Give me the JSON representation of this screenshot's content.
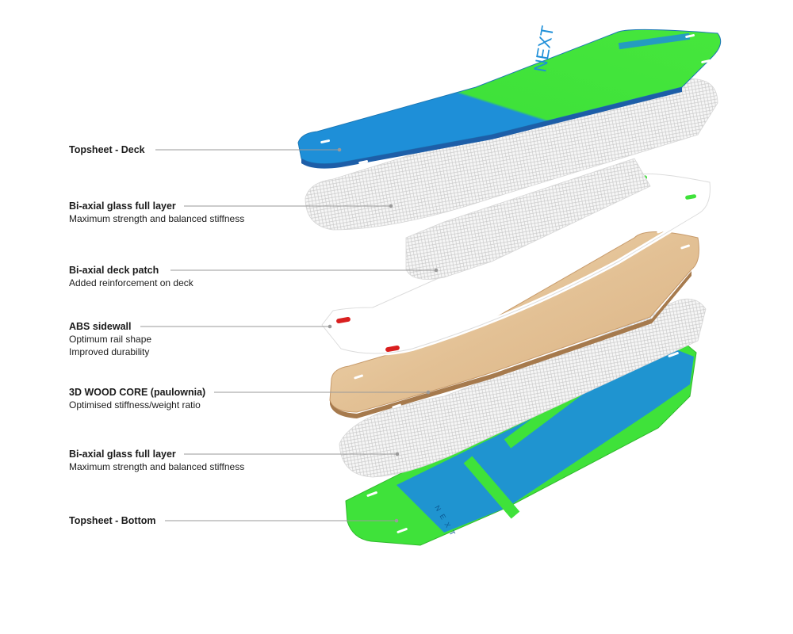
{
  "layers": [
    {
      "title": "Topsheet - Deck",
      "lines": []
    },
    {
      "title": "Bi-axial glass full layer",
      "lines": [
        "Maximum strength and balanced stiffness"
      ]
    },
    {
      "title": "Bi-axial deck patch",
      "lines": [
        "Added reinforcement on deck"
      ]
    },
    {
      "title": "ABS sidewall",
      "lines": [
        "Optimum rail shape",
        "Improved durability"
      ]
    },
    {
      "title": "3D WOOD CORE (paulownia)",
      "lines": [
        "Optimised stiffness/weight ratio"
      ]
    },
    {
      "title": "Bi-axial glass full layer",
      "lines": [
        "Maximum strength and balanced stiffness"
      ]
    },
    {
      "title": "Topsheet - Bottom",
      "lines": []
    }
  ],
  "board_prints": {
    "top_brand": "NEXT",
    "bottom_brand": "NEXT"
  },
  "colors": {
    "green": "#3fe23a",
    "blue": "#1e8fd8",
    "wood": "#e8c9a0",
    "mesh": "#d4d4d4",
    "sidewall_grip": "#d91f1f",
    "line": "#9a9a9a"
  }
}
